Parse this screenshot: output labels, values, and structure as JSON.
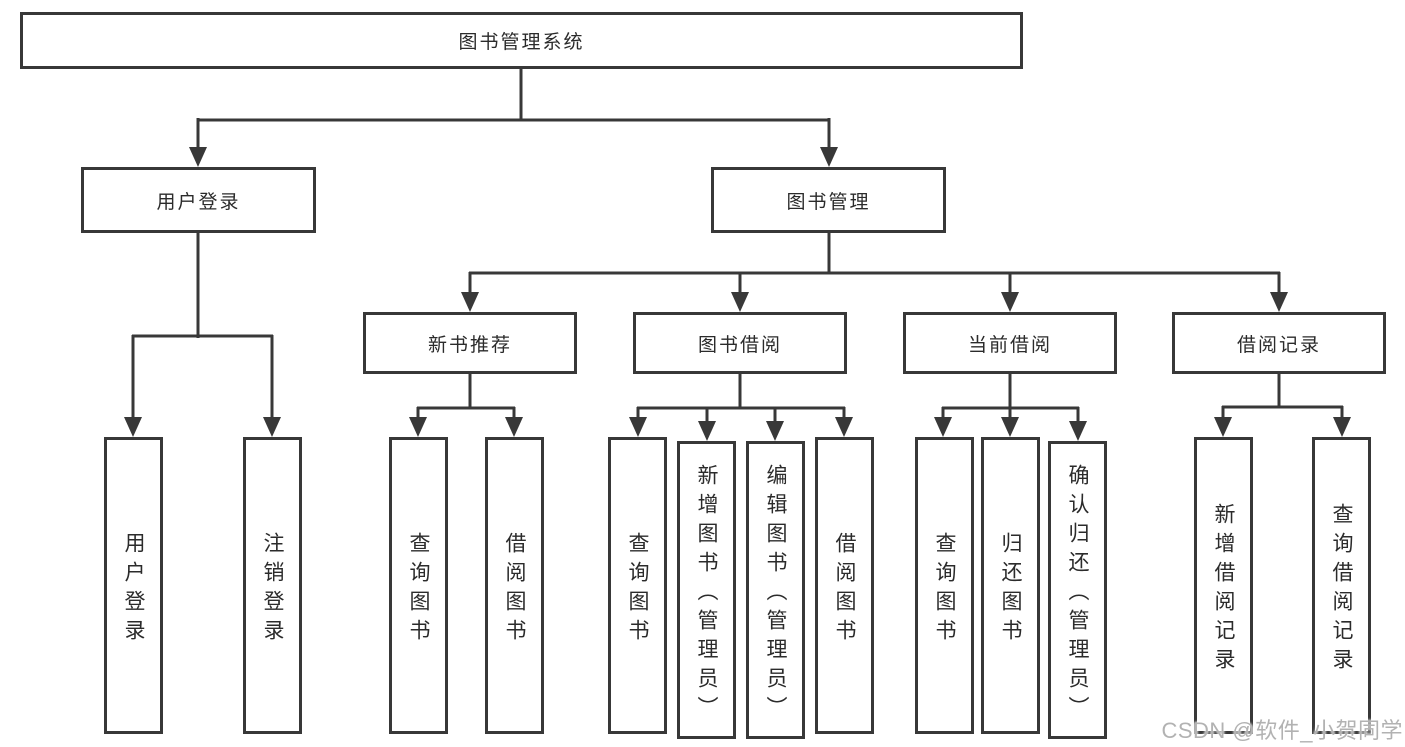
{
  "tree": {
    "root": "图书管理系统",
    "branches": [
      {
        "label": "用户登录",
        "children": [
          "用户登录",
          "注销登录"
        ]
      },
      {
        "label": "图书管理",
        "children": [
          {
            "label": "新书推荐",
            "children": [
              "查询图书",
              "借阅图书"
            ]
          },
          {
            "label": "图书借阅",
            "children": [
              "查询图书",
              "新增图书（管理员）",
              "编辑图书（管理员）",
              "借阅图书"
            ]
          },
          {
            "label": "当前借阅",
            "children": [
              "查询图书",
              "归还图书",
              "确认归还（管理员）"
            ]
          },
          {
            "label": "借阅记录",
            "children": [
              "新增借阅记录",
              "查询借阅记录"
            ]
          }
        ]
      }
    ]
  },
  "watermark": {
    "text": "CSDN @软件_小贺同学"
  },
  "colors": {
    "line": "#383838",
    "box_border": "#383838",
    "text": "#2b2b2b",
    "watermark": "#b2b2b2",
    "background": "#ffffff"
  }
}
